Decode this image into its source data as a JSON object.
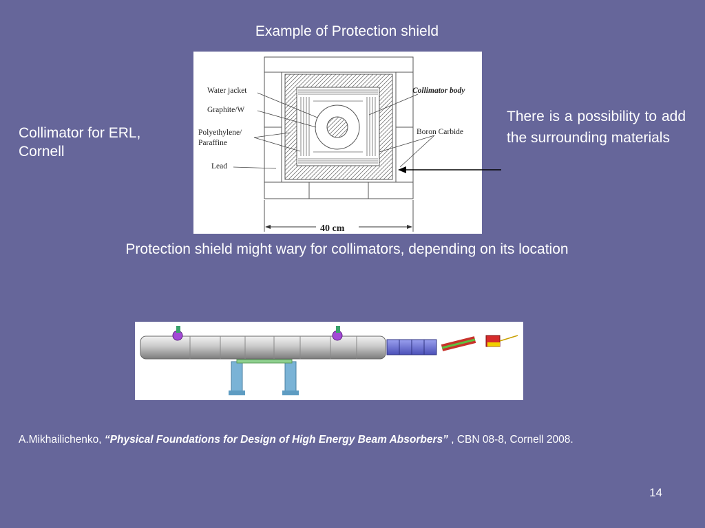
{
  "slide": {
    "title": "Example of Protection shield",
    "left_caption": "Collimator for ERL, Cornell",
    "right_note": "There is a possibility to add the surrounding materials",
    "middle_caption": "Protection shield might wary for collimators, depending on its location",
    "page_number": "14"
  },
  "diagram": {
    "labels": {
      "water_jacket": "Water jacket",
      "graphite": "Graphite/W",
      "polyethylene_1": "Polyethylene/",
      "polyethylene_2": "Paraffine",
      "lead": "Lead",
      "collimator_body": "Collimator body",
      "boron_carbide": "Boron Carbide",
      "dimension": "40 cm"
    }
  },
  "citation": {
    "author": "A.Mikhailichenko, ",
    "open_quote": "“",
    "title": "Physical Foundations for Design of High Energy Beam Absorbers",
    "close_quote": "” ",
    "comma": ", ",
    "source": "CBN 08-8, Cornell 2008."
  },
  "colors": {
    "background": "#66669a",
    "text": "#ffffff"
  }
}
